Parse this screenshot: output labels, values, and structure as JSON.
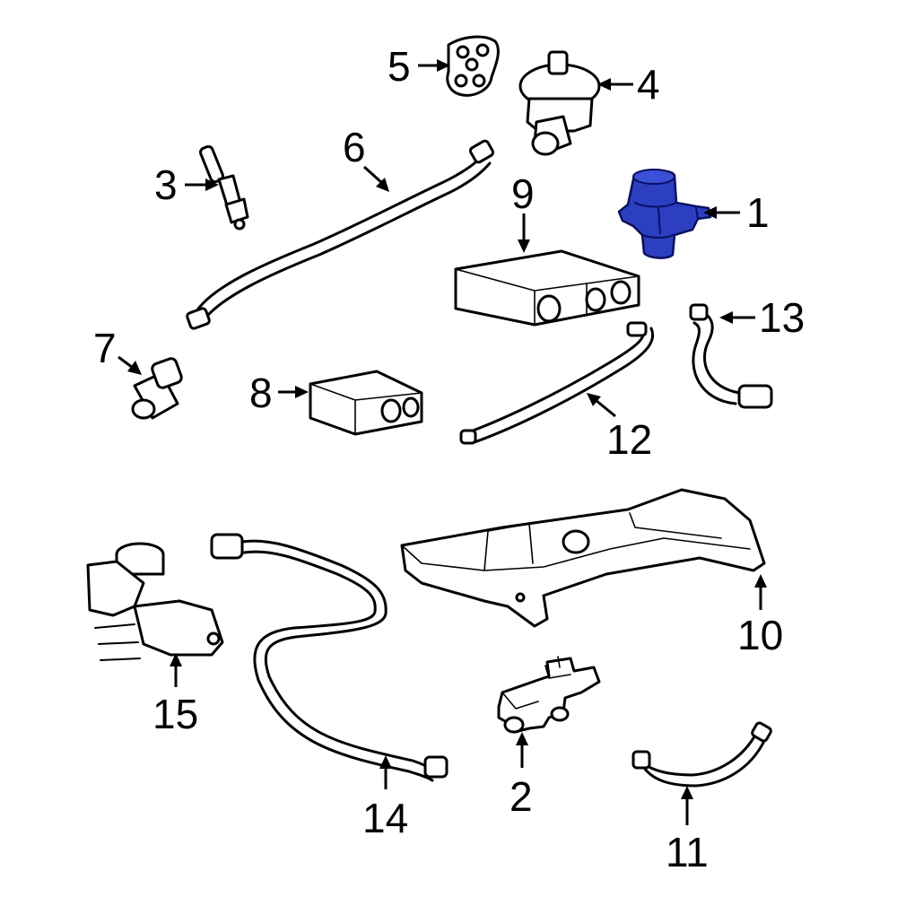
{
  "diagram": {
    "highlight_color": "#2b3fc0",
    "line_color": "#000000",
    "background": "#ffffff",
    "callouts": [
      {
        "id": "1",
        "label": "1",
        "highlighted": true
      },
      {
        "id": "2",
        "label": "2",
        "highlighted": false
      },
      {
        "id": "3",
        "label": "3",
        "highlighted": false
      },
      {
        "id": "4",
        "label": "4",
        "highlighted": false
      },
      {
        "id": "5",
        "label": "5",
        "highlighted": false
      },
      {
        "id": "6",
        "label": "6",
        "highlighted": false
      },
      {
        "id": "7",
        "label": "7",
        "highlighted": false
      },
      {
        "id": "8",
        "label": "8",
        "highlighted": false
      },
      {
        "id": "9",
        "label": "9",
        "highlighted": false
      },
      {
        "id": "10",
        "label": "10",
        "highlighted": false
      },
      {
        "id": "11",
        "label": "11",
        "highlighted": false
      },
      {
        "id": "12",
        "label": "12",
        "highlighted": false
      },
      {
        "id": "13",
        "label": "13",
        "highlighted": false
      },
      {
        "id": "14",
        "label": "14",
        "highlighted": false
      },
      {
        "id": "15",
        "label": "15",
        "highlighted": false
      }
    ]
  }
}
